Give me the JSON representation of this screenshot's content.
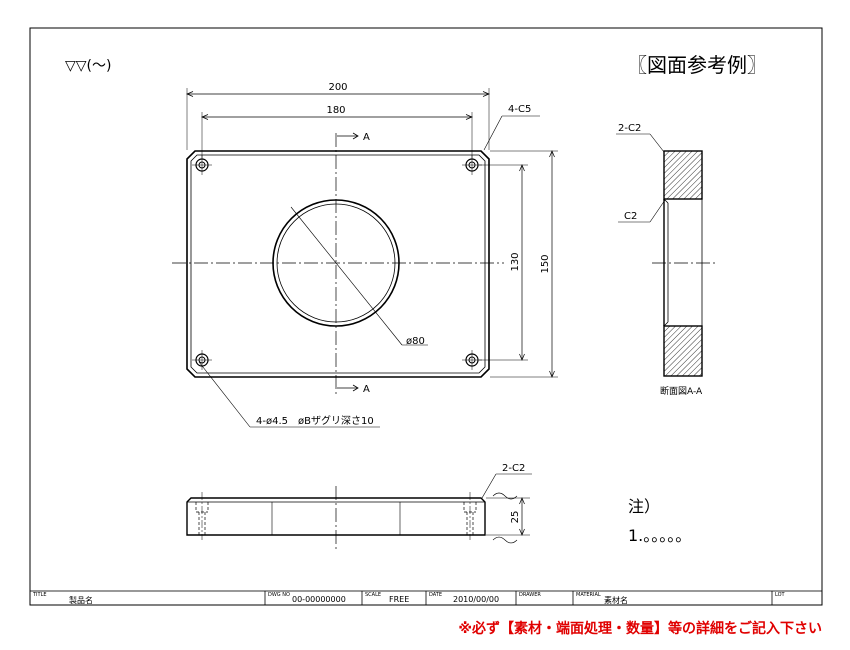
{
  "drawing": {
    "surface_finish": "▽▽(～)",
    "ref_title": "〖図面参考例〗",
    "dims": {
      "width_outer": "200",
      "width_holes": "180",
      "height_outer": "150",
      "height_holes": "130",
      "thickness": "25",
      "hole_dia": "ø80",
      "corner_chamfer": "4-C5",
      "side_chamfer": "2-C2",
      "inner_chamfer": "C2",
      "bolt_holes": "4-ø4.5　øBザグリ深さ10",
      "front_chamfer": "2-C2"
    },
    "section": {
      "mark_top": "A",
      "mark_bottom": "A",
      "caption": "断面図A-A"
    },
    "notes": {
      "heading": "注）",
      "item": "1.。。。。。"
    }
  },
  "title_block": {
    "title_label": "TITLE",
    "title_value": "製品名",
    "dwg_label": "DWG NO",
    "dwg_value": "00-00000000",
    "scale_label": "SCALE",
    "scale_value": "FREE",
    "date_label": "DATE",
    "date_value": "2010/00/00",
    "drawer_label": "DRAWER",
    "material_label": "MATERIAL",
    "material_value": "素材名",
    "lot_label": "LOT"
  },
  "footnote": "※必ず【素材・端面処理・数量】等の詳細をご記入下さい"
}
